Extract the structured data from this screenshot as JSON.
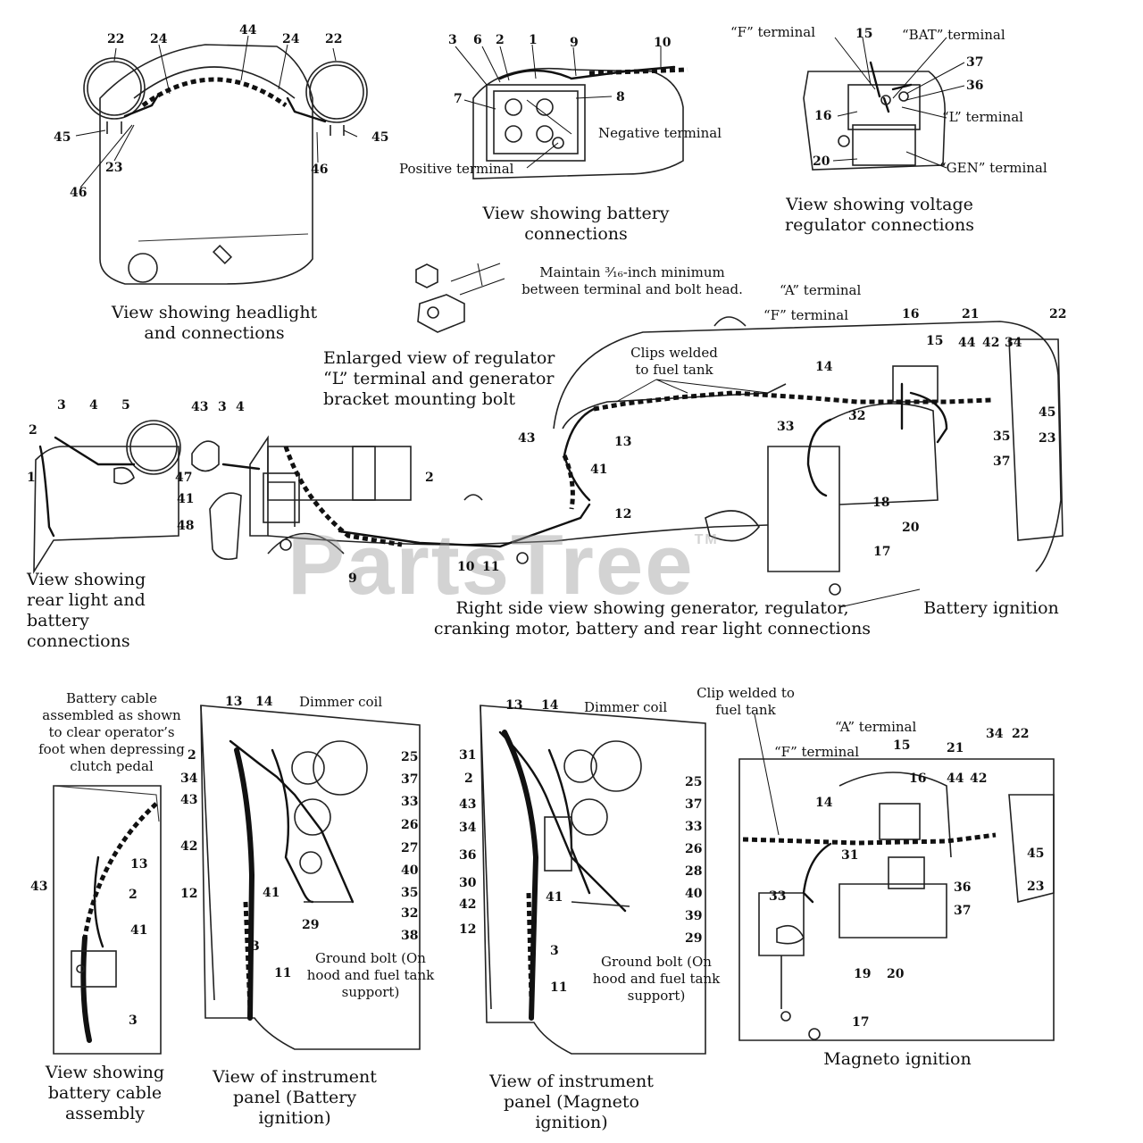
{
  "watermark": "PartsTree",
  "watermark_mark": "TM",
  "captions": {
    "headlight": "View showing headlight and connections",
    "battery": "View showing battery connections",
    "regulator": "View showing voltage regulator connections",
    "enlarged": "Enlarged view of regulator “L” terminal and generator bracket mounting bolt",
    "maintain": "Maintain ³⁄₁₆-inch minimum between terminal and bolt head.",
    "rear_light": "View showing rear light and battery connections",
    "right_side": "Right side view showing generator, regulator, cranking motor, battery and rear light connections",
    "battery_ignition": "Battery ignition",
    "cable_assembly": "View showing battery cable assembly",
    "cable_note": "Battery cable assembled as shown to clear operator’s foot when depressing clutch pedal",
    "panel_battery": "View of instrument panel (Battery ignition)",
    "panel_magneto": "View of instrument panel (Magneto ignition)",
    "magneto_ignition": "Magneto ignition"
  },
  "labels": {
    "negative_terminal": "Negative terminal",
    "positive_terminal": "Positive terminal",
    "f_terminal": "“F” terminal",
    "bat_terminal": "“BAT” terminal",
    "l_terminal": "“L” terminal",
    "gen_terminal": "“GEN” terminal",
    "a_terminal": "“A” terminal",
    "clips_welded": "Clips welded to fuel tank",
    "clip_welded": "Clip welded to fuel tank",
    "dimmer_coil": "Dimmer coil",
    "ground_bolt": "Ground bolt (On hood and fuel tank support)"
  },
  "callouts": {
    "headlight": [
      "22",
      "24",
      "44",
      "24",
      "22",
      "45",
      "23",
      "46",
      "46",
      "45"
    ],
    "battery": [
      "3",
      "6",
      "2",
      "1",
      "9",
      "10",
      "7",
      "8"
    ],
    "regulator": [
      "15",
      "37",
      "36",
      "16",
      "20"
    ],
    "right_side": [
      "16",
      "21",
      "22",
      "15",
      "44",
      "42",
      "34",
      "14",
      "33",
      "32",
      "45",
      "23",
      "35",
      "37",
      "13",
      "43",
      "41",
      "12",
      "18",
      "20",
      "17",
      "2",
      "10",
      "11",
      "9"
    ],
    "rear_light": [
      "2",
      "3",
      "4",
      "5",
      "43",
      "3",
      "4",
      "1",
      "47",
      "41",
      "48"
    ],
    "cable_assembly": [
      "13",
      "43",
      "2",
      "41",
      "3"
    ],
    "panel_battery": [
      "13",
      "14",
      "2",
      "34",
      "43",
      "42",
      "12",
      "41",
      "3",
      "11",
      "25",
      "37",
      "33",
      "26",
      "27",
      "40",
      "35",
      "32",
      "29",
      "38"
    ],
    "panel_magneto": [
      "13",
      "14",
      "31",
      "2",
      "43",
      "34",
      "36",
      "30",
      "42",
      "12",
      "41",
      "3",
      "11",
      "25",
      "37",
      "33",
      "26",
      "28",
      "40",
      "39",
      "29"
    ],
    "magneto": [
      "15",
      "21",
      "34",
      "22",
      "16",
      "44",
      "42",
      "14",
      "31",
      "45",
      "23",
      "33",
      "36",
      "37",
      "19",
      "20",
      "17"
    ]
  }
}
